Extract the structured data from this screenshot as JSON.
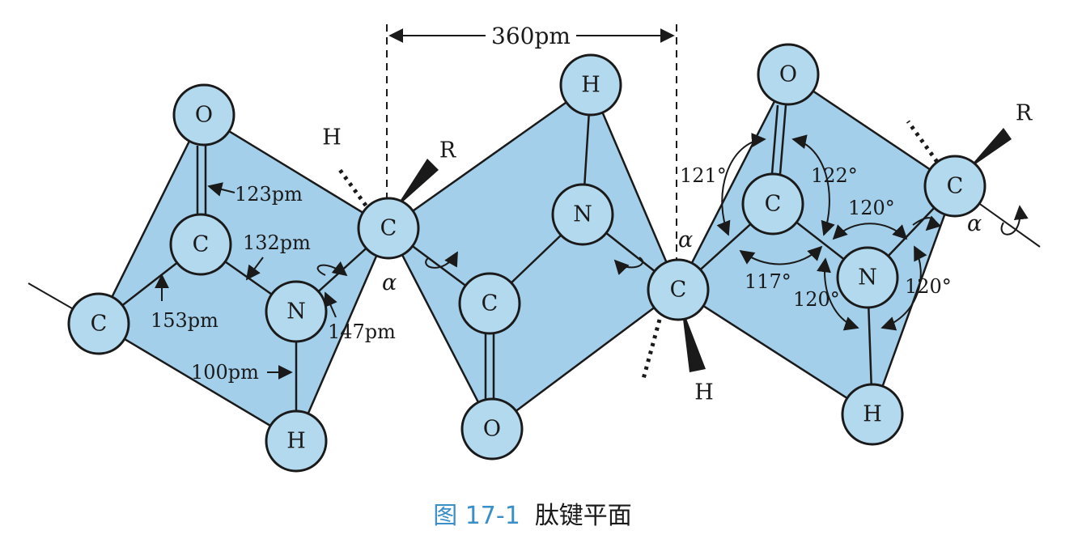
{
  "dimension_label": "360pm",
  "atoms": {
    "o1": "O",
    "c1": "C",
    "c_left": "C",
    "n1": "N",
    "h1": "H",
    "h_top_left": "H",
    "r_top": "R",
    "ca1": "C",
    "h2": "H",
    "n2": "N",
    "c2": "C",
    "o2": "O",
    "ca2": "C",
    "h_bottom": "H",
    "o3": "O",
    "c3": "C",
    "n3": "N",
    "h3": "H",
    "ca3": "C",
    "r_right": "R"
  },
  "alpha_label": "α",
  "bond_lengths": {
    "co": "123pm",
    "cn": "132pm",
    "cc": "153pm",
    "nca": "147pm",
    "nh": "100pm"
  },
  "angles": {
    "a121": "121°",
    "a122": "122°",
    "a117": "117°",
    "a120_top": "120°",
    "a120_left": "120°",
    "a120_right": "120°"
  },
  "caption": {
    "number": "图 17-1",
    "title": "肽键平面"
  },
  "colors": {
    "plane": "#a3cfea",
    "atom": "#b3d9ef",
    "caption_number": "#3a8fc9"
  }
}
